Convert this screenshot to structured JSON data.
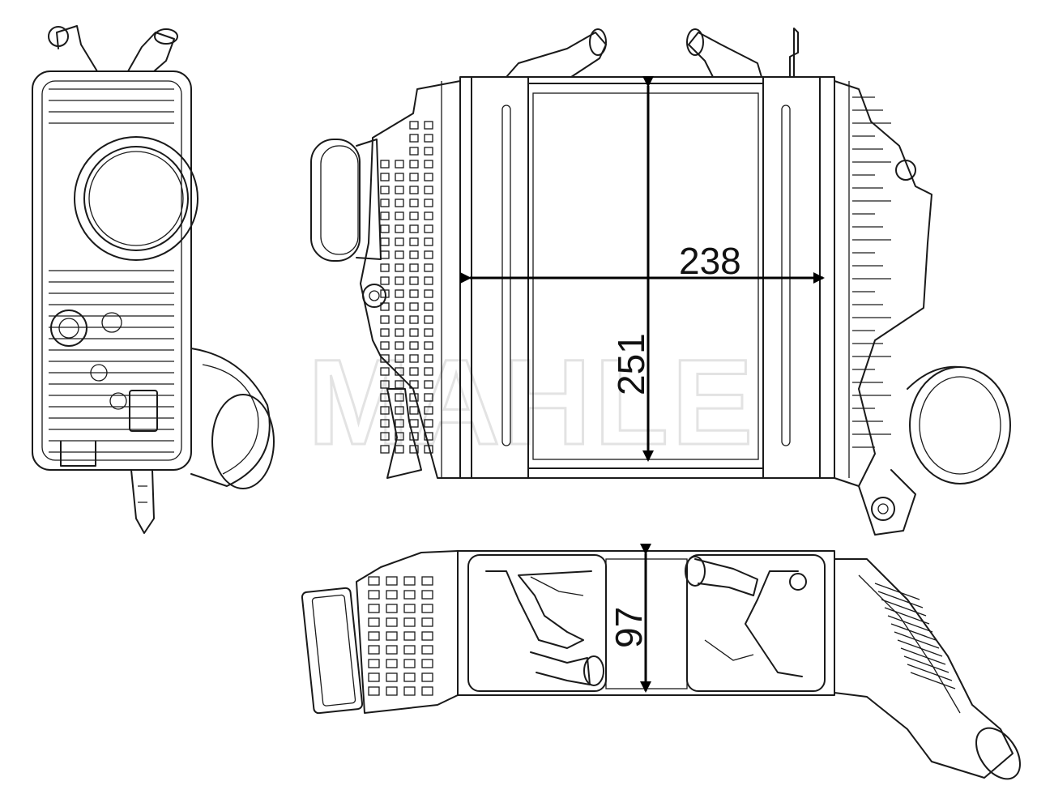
{
  "watermark": {
    "text": "MAHLE",
    "color": "#e3e3e3"
  },
  "dimensions": {
    "width_mm": "238",
    "height_mm": "251",
    "depth_mm": "97"
  },
  "colors": {
    "line": "#1a1a1a",
    "background": "#ffffff"
  },
  "views": [
    "side-view",
    "front-view",
    "top-view"
  ]
}
